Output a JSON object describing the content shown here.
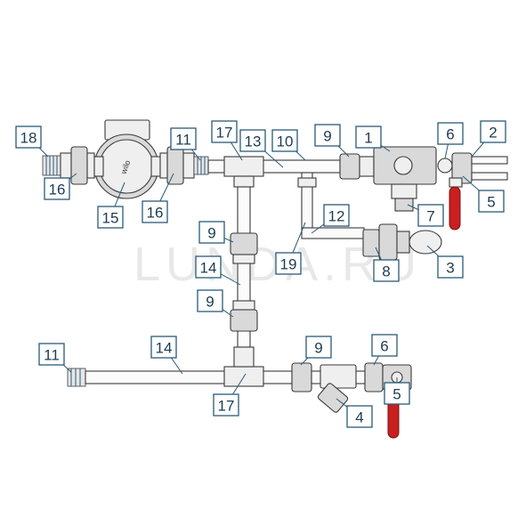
{
  "diagram": {
    "watermark": "LUNDA.RU",
    "pump_brand": "wilo",
    "callouts": [
      {
        "id": "c18",
        "label": "18"
      },
      {
        "id": "c16a",
        "label": "16"
      },
      {
        "id": "c15",
        "label": "15"
      },
      {
        "id": "c16b",
        "label": "16"
      },
      {
        "id": "c11a",
        "label": "11"
      },
      {
        "id": "c17a",
        "label": "17"
      },
      {
        "id": "c13",
        "label": "13"
      },
      {
        "id": "c10",
        "label": "10"
      },
      {
        "id": "c9a",
        "label": "9"
      },
      {
        "id": "c1",
        "label": "1"
      },
      {
        "id": "c6a",
        "label": "6"
      },
      {
        "id": "c2",
        "label": "2"
      },
      {
        "id": "c5a",
        "label": "5"
      },
      {
        "id": "c7",
        "label": "7"
      },
      {
        "id": "c12",
        "label": "12"
      },
      {
        "id": "c19",
        "label": "19"
      },
      {
        "id": "c8",
        "label": "8"
      },
      {
        "id": "c3",
        "label": "3"
      },
      {
        "id": "c9b",
        "label": "9"
      },
      {
        "id": "c14a",
        "label": "14"
      },
      {
        "id": "c9c",
        "label": "9"
      },
      {
        "id": "c11b",
        "label": "11"
      },
      {
        "id": "c14b",
        "label": "14"
      },
      {
        "id": "c17b",
        "label": "17"
      },
      {
        "id": "c9d",
        "label": "9"
      },
      {
        "id": "c6b",
        "label": "6"
      },
      {
        "id": "c5b",
        "label": "5"
      },
      {
        "id": "c4",
        "label": "4"
      }
    ]
  }
}
